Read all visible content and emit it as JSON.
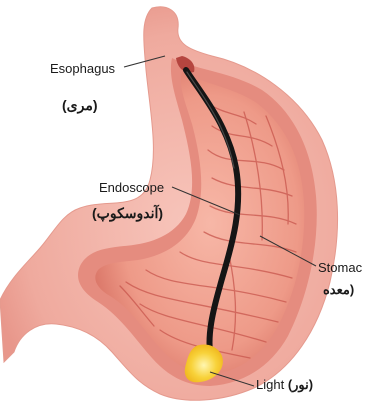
{
  "labels": {
    "esophagus_en": "Esophagus",
    "esophagus_fa": "(مری)",
    "endoscope_en": "Endoscope",
    "endoscope_fa": "(آندوسکوپ)",
    "stomach_en": "Stomac",
    "stomach_fa": "(معده",
    "light_en": "Light",
    "light_fa": "(نور)"
  },
  "colors": {
    "outer_wall": "#f2b3a8",
    "muscle_layer": "#e07d72",
    "inner_lining": "#f4a796",
    "fold_lines": "#c8564d",
    "endoscope_tube": "#151515",
    "light_glow": "#f8d23a",
    "leader_line": "#333333"
  }
}
